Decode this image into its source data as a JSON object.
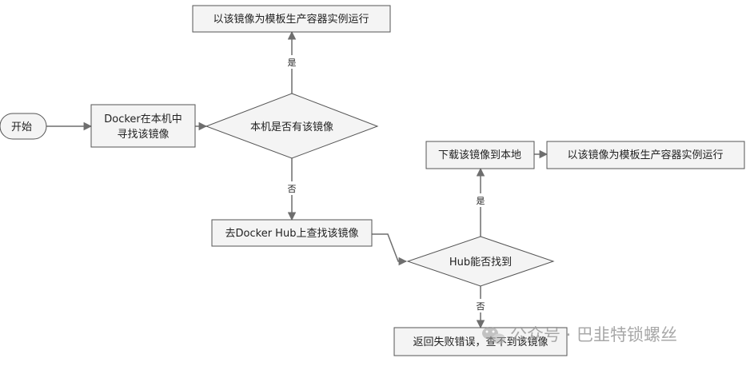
{
  "nodes": {
    "start": "开始",
    "search_local": [
      "Docker在本机中",
      "寻找该镜像"
    ],
    "has_local": "本机是否有该镜像",
    "run_top": "以该镜像为模板生产容器实例运行",
    "search_hub": "去Docker Hub上查找该镜像",
    "hub_found": "Hub能否找到",
    "download": "下载该镜像到本地",
    "run_right": "以该镜像为模板生产容器实例运行",
    "fail": "返回失败错误，查不到该镜像"
  },
  "edges": {
    "yes_top": "是",
    "no_down": "否",
    "yes_hub": "是",
    "no_hub": "否"
  },
  "watermark": {
    "text": "公众号 · 巴韭特锁螺丝",
    "icon": "wechat-icon",
    "color": "#9a9a9a"
  },
  "colors": {
    "node_fill": "#f4f4f4",
    "node_stroke": "#555555",
    "edge_color": "#6e6e6e"
  }
}
